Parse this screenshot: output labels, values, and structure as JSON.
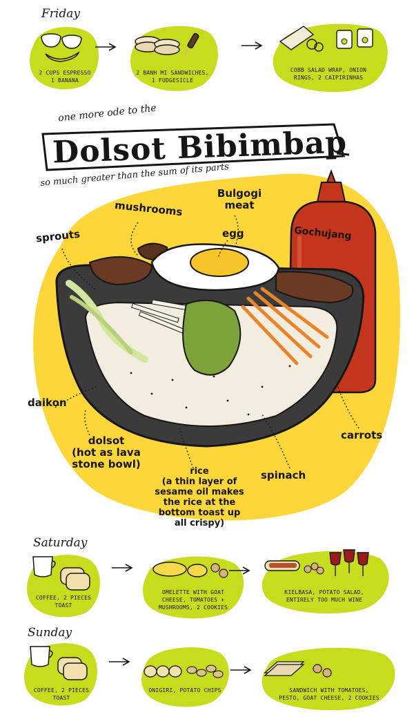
{
  "colors": {
    "lime": "#c8dc1e",
    "yellow": "#fdd63a",
    "sauce_red": "#c4361c",
    "bowl_dark": "#3b3b3b",
    "spinach": "#7ea23a",
    "carrot": "#e8852a",
    "meat": "#6a3a22",
    "egg_yolk": "#f7c42a"
  },
  "friday": {
    "day": "Friday",
    "meals": [
      {
        "caption": "2 cups espresso\n1 banana",
        "icon": "cups-banana-icon"
      },
      {
        "caption": "2 banh mi sandwiches,\n1 fudgesicle",
        "icon": "sandwich-icon"
      },
      {
        "caption": "cobb salad wrap, onion\nrings, 2 caipirinhas",
        "icon": "wrap-drinks-icon"
      }
    ]
  },
  "title": {
    "kicker": "one more ode to the",
    "main": "Dolsot Bibimbap",
    "subtitle": "so much greater than the sum of its parts"
  },
  "labels": {
    "sprouts": "sprouts",
    "mushrooms": "mushrooms",
    "bulgogi": "Bulgogi\nmeat",
    "egg": "egg",
    "gochujang": "Gochujang",
    "daikon": "daikon",
    "dolsot": "dolsot\n(hot as lava\nstone bowl)",
    "carrots": "carrots",
    "rice": "rice\n(a thin layer of\nsesame oil makes\nthe rice at the\nbottom toast up\nall crispy)",
    "spinach": "spinach"
  },
  "saturday": {
    "day": "Saturday",
    "meals": [
      {
        "caption": "coffee, 2 pieces\ntoast",
        "icon": "coffee-toast-icon"
      },
      {
        "caption": "omelette with goat\ncheese, tomatoes +\nmushrooms, 2 cookies",
        "icon": "omelette-icon"
      },
      {
        "caption": "kielbasa, potato salad,\nentirely too much wine",
        "icon": "kielbasa-wine-icon"
      }
    ]
  },
  "sunday": {
    "day": "Sunday",
    "meals": [
      {
        "caption": "coffee, 2 pieces\ntoast",
        "icon": "coffee-toast-icon"
      },
      {
        "caption": "onigiri, potato chips",
        "icon": "onigiri-chips-icon"
      },
      {
        "caption": "sandwich with tomatoes,\npesto, goat cheese, 2 cookies",
        "icon": "sandwich-cookies-icon"
      }
    ]
  }
}
